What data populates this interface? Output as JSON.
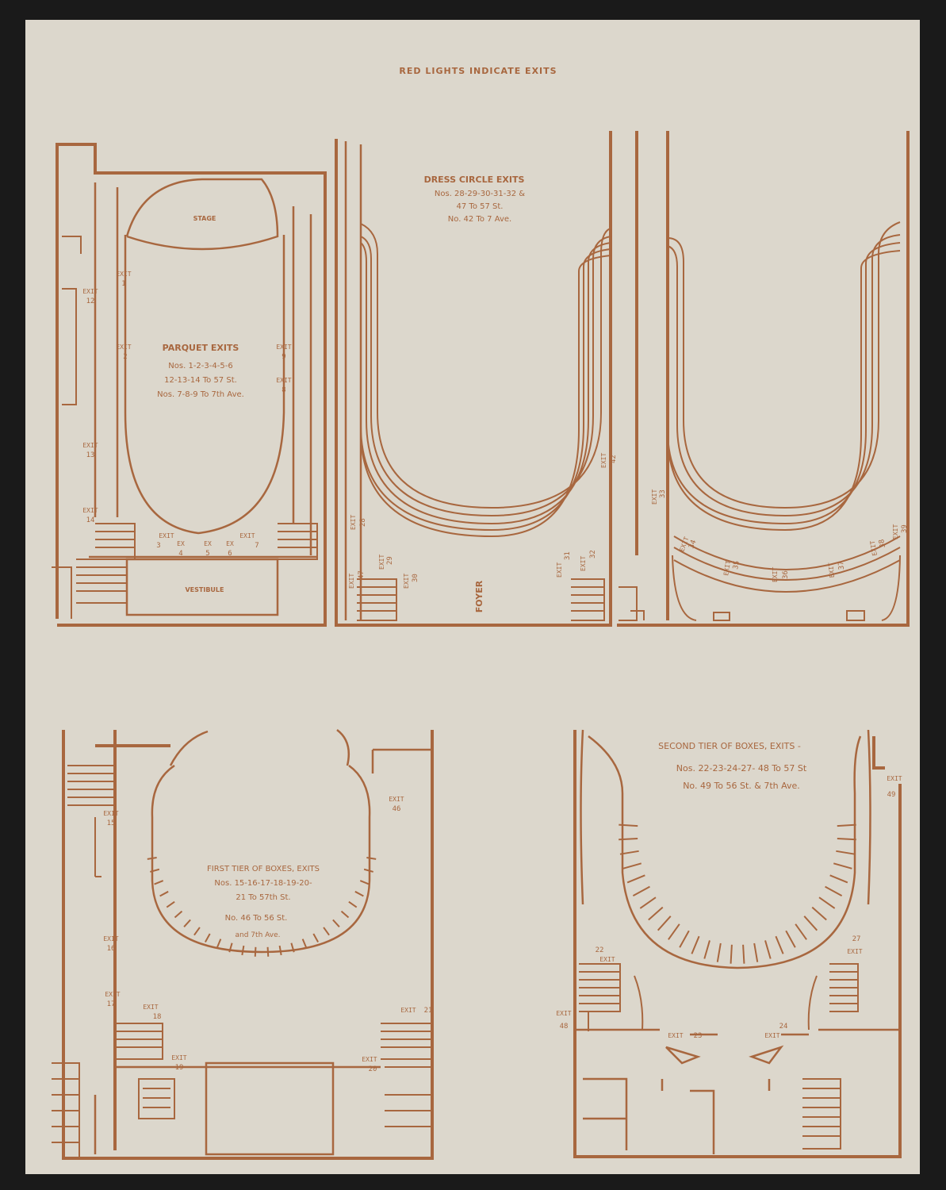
{
  "header": "RED LIGHTS INDICATE EXITS",
  "colors": {
    "paper": "#dcd7cc",
    "ink": "#a8673f",
    "background": "#1a1a1a"
  },
  "parquet": {
    "stage": "STAGE",
    "vestibule": "VESTIBULE",
    "title": "PARQUET EXITS",
    "line1": "Nos. 1-2-3-4-5-6",
    "line2": "12-13-14 To 57 St.",
    "line3": "Nos. 7-8-9 To 7th Ave.",
    "exit_word": "EXIT",
    "ex_word": "EX",
    "exits": [
      "1",
      "2",
      "3",
      "4",
      "5",
      "6",
      "7",
      "8",
      "9",
      "12",
      "13",
      "14"
    ]
  },
  "dress_circle": {
    "title": "DRESS CIRCLE EXITS",
    "line1": "Nos. 28-29-30-31-32 &",
    "line2": "47 To 57 St.",
    "line3": "No. 42 To 7 Ave.",
    "foyer": "FOYER",
    "exit_word": "EXIT",
    "exits": [
      "28",
      "29",
      "30",
      "31",
      "32",
      "42",
      "47",
      "33",
      "34",
      "35",
      "36",
      "37",
      "38",
      "39"
    ]
  },
  "first_tier": {
    "title": "FIRST TIER OF BOXES, EXITS",
    "line1": "Nos. 15-16-17-18-19-20-",
    "line2": "21 To 57th St.",
    "line3": "No. 46 To 56 St.",
    "line4": "and 7th Ave.",
    "exit_word": "EXIT",
    "exits": [
      "15",
      "16",
      "17",
      "18",
      "19",
      "20",
      "21",
      "46"
    ]
  },
  "second_tier": {
    "title": "SECOND TIER OF BOXES, EXITS -",
    "line1": "Nos. 22-23-24-27- 48 To 57 St",
    "line2": "No. 49 To 56 St. & 7th Ave.",
    "exit_word": "EXIT",
    "exits": [
      "22",
      "23",
      "24",
      "27",
      "48",
      "49"
    ]
  }
}
